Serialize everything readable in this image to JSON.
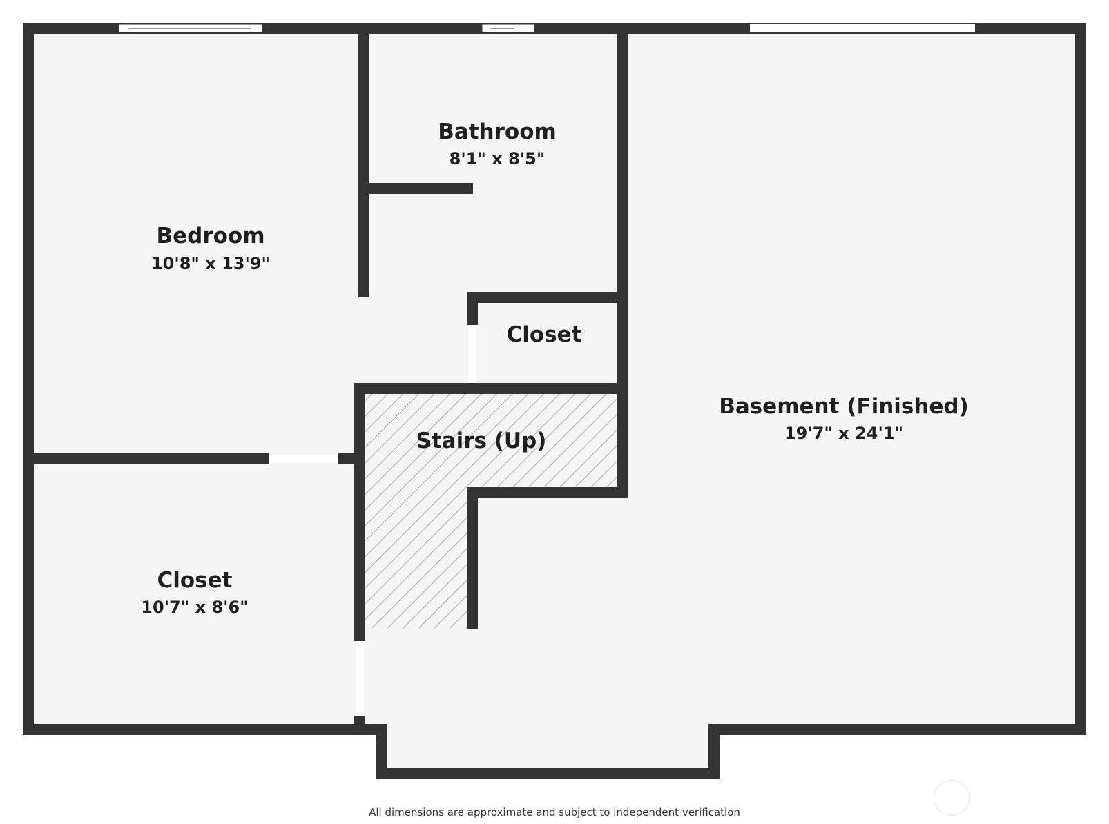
{
  "floorplan": {
    "rooms": [
      {
        "id": "bedroom",
        "name": "Bedroom",
        "dimensions": "10'8\" x 13'9\""
      },
      {
        "id": "bathroom",
        "name": "Bathroom",
        "dimensions": "8'1\" x 8'5\""
      },
      {
        "id": "closet-small",
        "name": "Closet",
        "dimensions": ""
      },
      {
        "id": "stairs",
        "name": "Stairs (Up)",
        "dimensions": ""
      },
      {
        "id": "basement",
        "name": "Basement (Finished)",
        "dimensions": "19'7\" x 24'1\""
      },
      {
        "id": "closet-large",
        "name": "Closet",
        "dimensions": "10'7\" x 8'6\""
      }
    ],
    "footnote": "All dimensions are approximate and subject to independent verification",
    "colors": {
      "wall": "#333333",
      "floor": "#f5f5f5",
      "opening": "#ffffff",
      "hatch": "#777777"
    }
  }
}
